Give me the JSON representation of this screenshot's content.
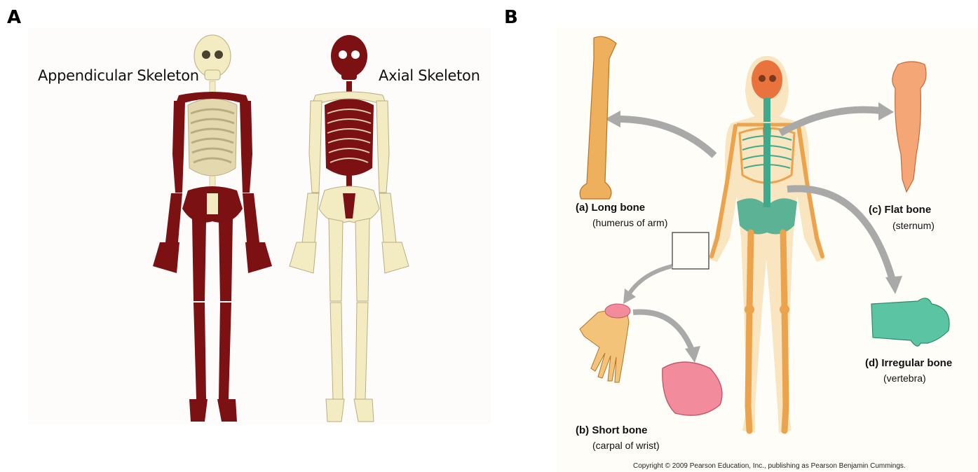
{
  "panel_a": {
    "letter": "A",
    "label_left": "Appendicular Skeleton",
    "label_right": "Axial Skeleton",
    "colors": {
      "highlight": "#7b1113",
      "bone": "#f3ecc2"
    }
  },
  "panel_b": {
    "letter": "B",
    "bones": [
      {
        "title": "(a) Long bone",
        "subtitle": "(humerus of arm)"
      },
      {
        "title": "(b) Short bone",
        "subtitle": "(carpal of wrist)"
      },
      {
        "title": "(c) Flat bone",
        "subtitle": "(sternum)"
      },
      {
        "title": "(d) Irregular bone",
        "subtitle": "(vertebra)"
      }
    ],
    "copyright": "Copyright © 2009 Pearson Education, Inc., publishing as Pearson Benjamin Cummings.",
    "colors": {
      "skin": "#f7dcae",
      "bone": "#eba44d",
      "axial": "#3fa98c",
      "skull": "#e8733d",
      "carpal": "#f28b9c"
    }
  }
}
